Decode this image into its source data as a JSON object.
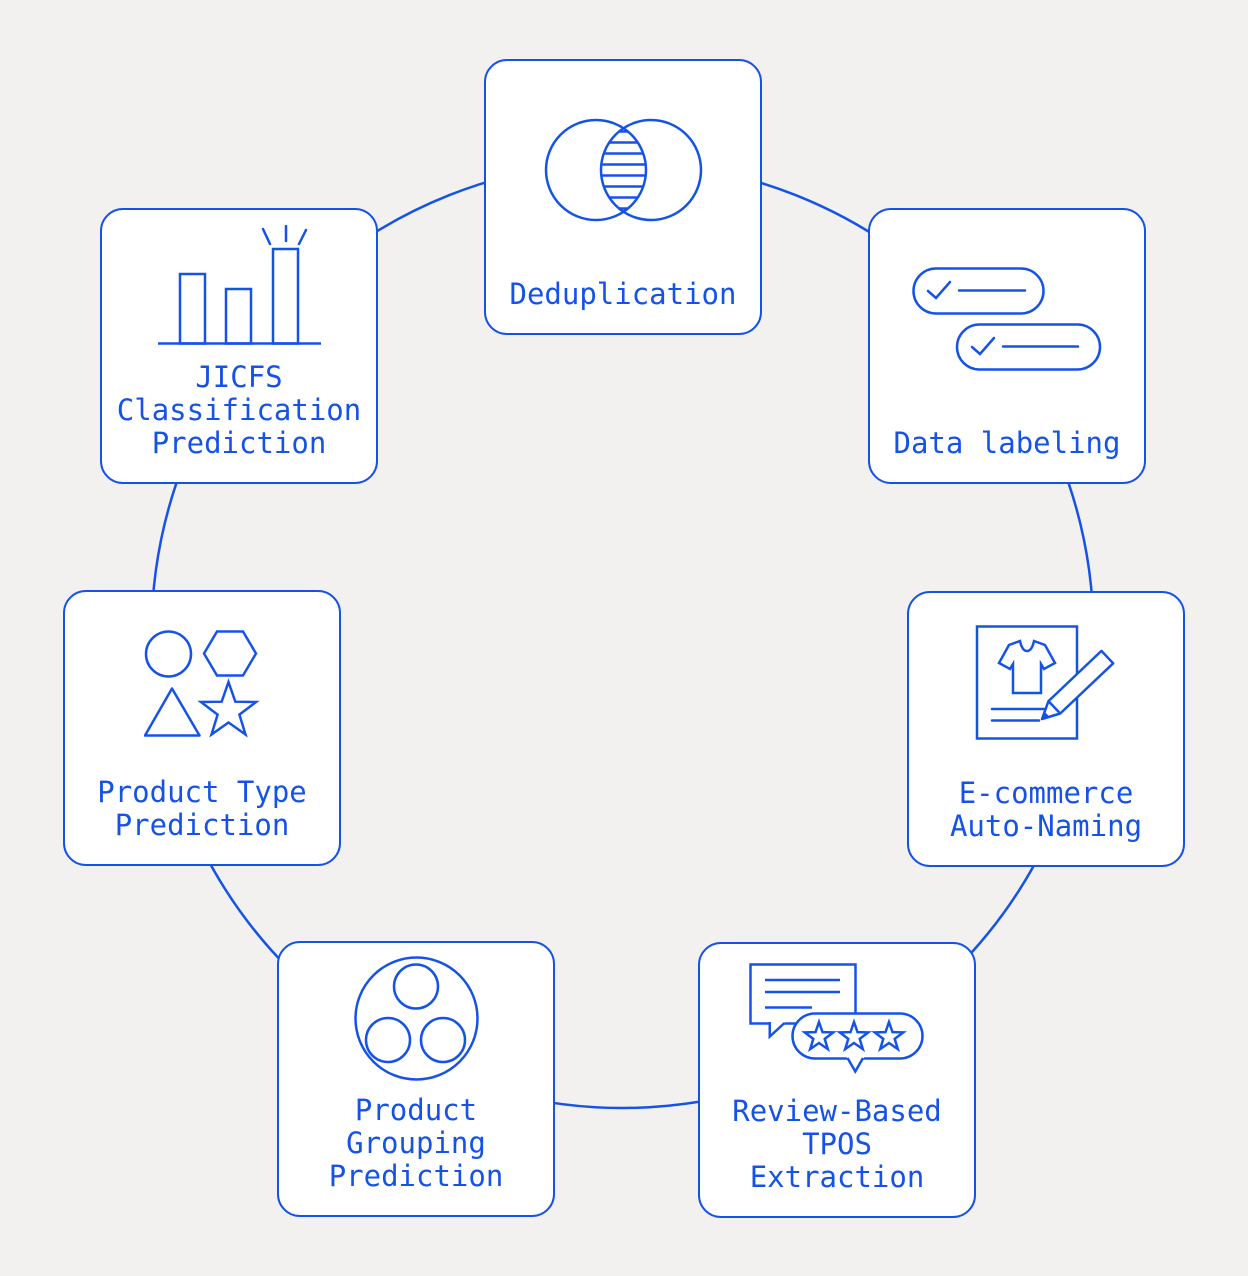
{
  "diagram": {
    "type": "circular-capability-diagram",
    "colors": {
      "accent": "#1553e8",
      "background": "#f2f1ef",
      "card_background": "#ffffff"
    },
    "connector": "circle"
  },
  "cards": [
    {
      "id": "deduplication",
      "label": "Deduplication",
      "icon": "venn-diagram-icon"
    },
    {
      "id": "data-labeling",
      "label": "Data labeling",
      "icon": "checklist-icon"
    },
    {
      "id": "ecommerce-auto-naming",
      "label": "E-commerce\nAuto-Naming",
      "icon": "product-naming-icon"
    },
    {
      "id": "review-tpos",
      "label": "Review-Based\nTPOS\nExtraction",
      "icon": "review-stars-icon"
    },
    {
      "id": "product-grouping",
      "label": "Product\nGrouping\nPrediction",
      "icon": "grouping-circles-icon"
    },
    {
      "id": "product-type",
      "label": "Product Type\nPrediction",
      "icon": "shapes-icon"
    },
    {
      "id": "jicfs-classification",
      "label": "JICFS\nClassification\nPrediction",
      "icon": "bar-chart-icon"
    }
  ]
}
